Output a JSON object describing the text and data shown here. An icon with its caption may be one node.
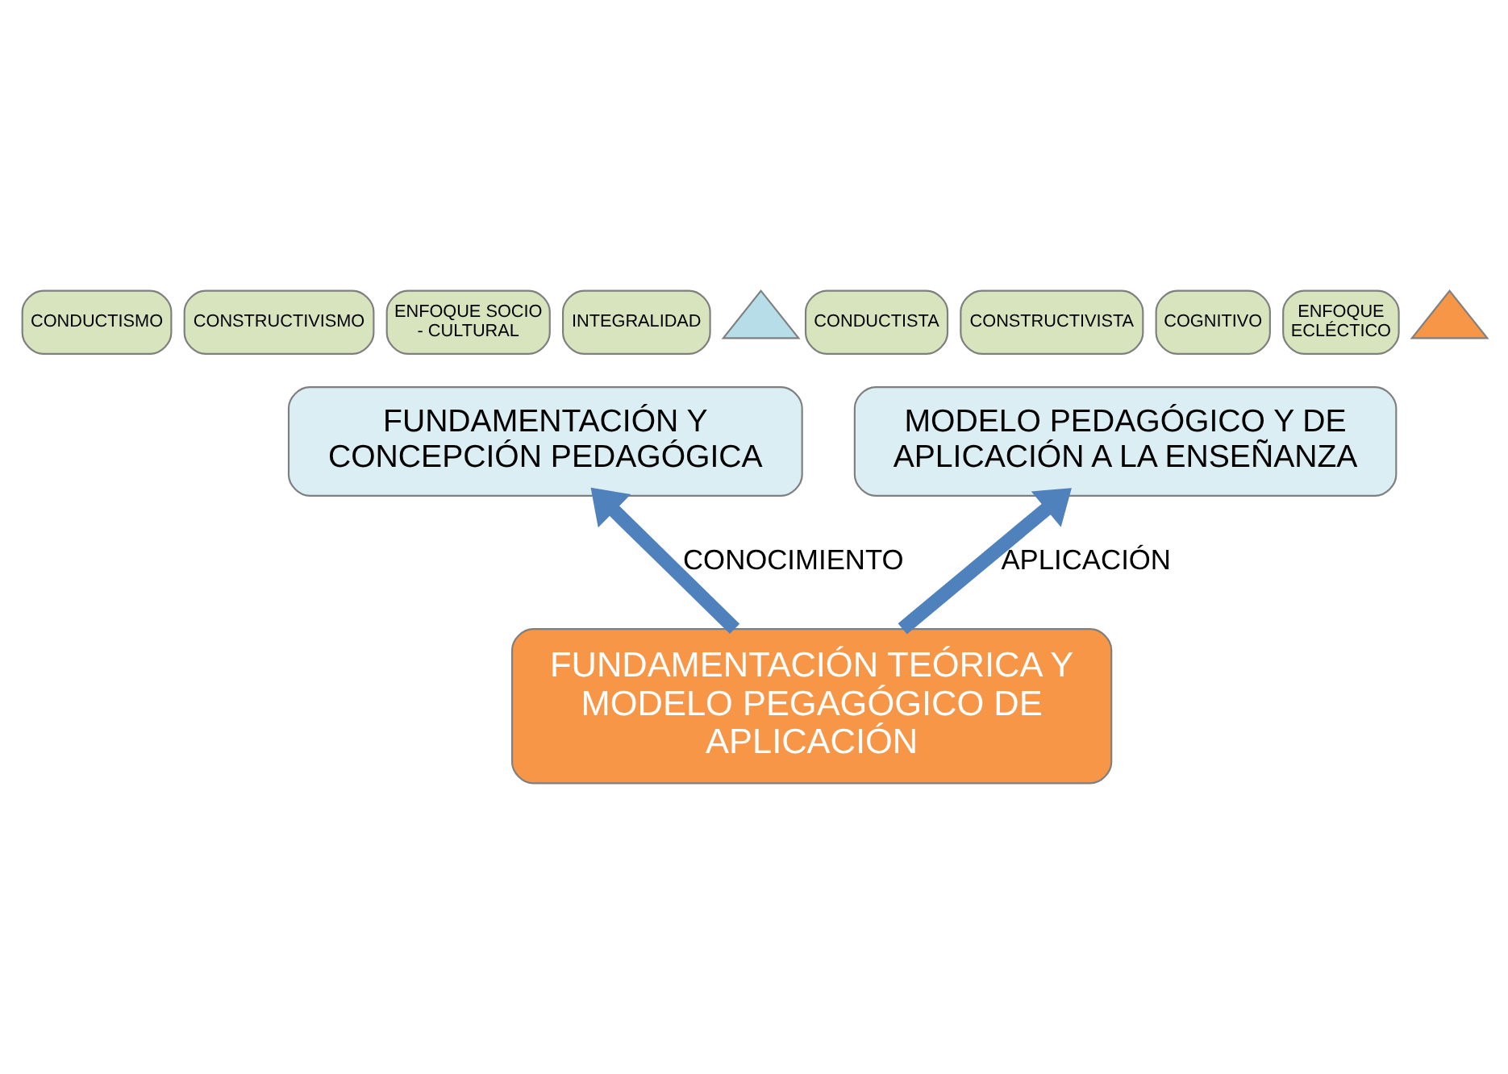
{
  "diagram": {
    "nodes": [
      {
        "text": [
          "CONDUCTISMO"
        ]
      },
      {
        "text": [
          "CONSTRUCTIVISMO"
        ]
      },
      {
        "text": [
          "ENFOQUE SOCIO - CULTURAL"
        ]
      },
      {
        "text": [
          "INTEGRALIDAD"
        ]
      },
      {
        "text": [],
        "shape": "triangle"
      },
      {
        "text": [
          "FUNDAMENTACIÓN Y CONCEPCIÓN PEDAGÓGICA"
        ]
      },
      {
        "text": [
          "CONDUCTISTA"
        ]
      },
      {
        "text": [
          "CONSTRUCTIVISTA"
        ]
      },
      {
        "text": [
          "COGNITIVO"
        ]
      },
      {
        "text": [
          "ENFOQUE ECLÉCTICO"
        ]
      },
      {
        "text": [],
        "shape": "triangle"
      },
      {
        "text": [
          "MODELO PEDAGÓGICO Y DE APLICACIÓN A LA ENSEÑANZA"
        ]
      },
      {
        "text": [
          "FUNDAMENTACIÓN TEÓRICA Y MODELO PEGAGÓGICO DE APLICACIÓN"
        ]
      }
    ],
    "edges": [
      {
        "from": 12,
        "to": 5,
        "arrow": "to",
        "label": "CONOCIMIENTO"
      },
      {
        "from": 12,
        "to": 11,
        "arrow": "to",
        "label": "APLICACIÓN"
      }
    ]
  }
}
